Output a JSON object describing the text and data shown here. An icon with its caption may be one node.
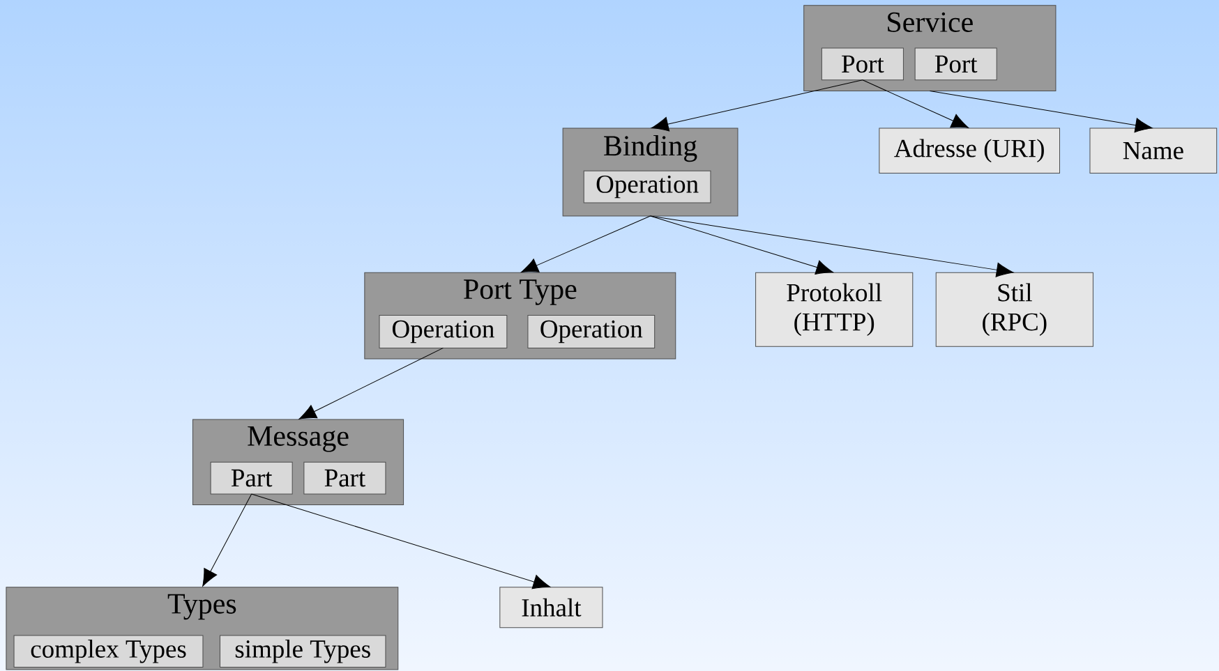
{
  "diagram": {
    "nodes": [
      {
        "text": [
          "Service"
        ]
      },
      {
        "text": [
          "Port"
        ],
        "in": 0
      },
      {
        "text": [
          "Port"
        ],
        "in": 0
      },
      {
        "text": [
          "Binding"
        ]
      },
      {
        "text": [
          "Operation"
        ],
        "in": 3
      },
      {
        "text": [
          "Adresse (URI)"
        ]
      },
      {
        "text": [
          "Name"
        ]
      },
      {
        "text": [
          "Port Type"
        ]
      },
      {
        "text": [
          "Operation"
        ],
        "in": 7
      },
      {
        "text": [
          "Operation"
        ],
        "in": 7
      },
      {
        "text": [
          "Protokoll (HTTP)"
        ]
      },
      {
        "text": [
          "Stil (RPC)"
        ]
      },
      {
        "text": [
          "Message"
        ]
      },
      {
        "text": [
          "Part"
        ],
        "in": 12
      },
      {
        "text": [
          "Part"
        ],
        "in": 12
      },
      {
        "text": [
          "Types"
        ]
      },
      {
        "text": [
          "complex Types"
        ],
        "in": 15
      },
      {
        "text": [
          "simple Types"
        ],
        "in": 15
      },
      {
        "text": [
          "Inhalt"
        ]
      }
    ],
    "edges": [
      {
        "from": 1,
        "to": 3,
        "arrow": "to"
      },
      {
        "from": 1,
        "to": 5,
        "arrow": "to"
      },
      {
        "from": 0,
        "to": 6,
        "arrow": "to"
      },
      {
        "from": 3,
        "to": 7,
        "arrow": "to"
      },
      {
        "from": 3,
        "to": 10,
        "arrow": "to"
      },
      {
        "from": 3,
        "to": 11,
        "arrow": "to"
      },
      {
        "from": 8,
        "to": 12,
        "arrow": "to"
      },
      {
        "from": 13,
        "to": 15,
        "arrow": "to"
      },
      {
        "from": 13,
        "to": 18,
        "arrow": "to"
      }
    ]
  }
}
